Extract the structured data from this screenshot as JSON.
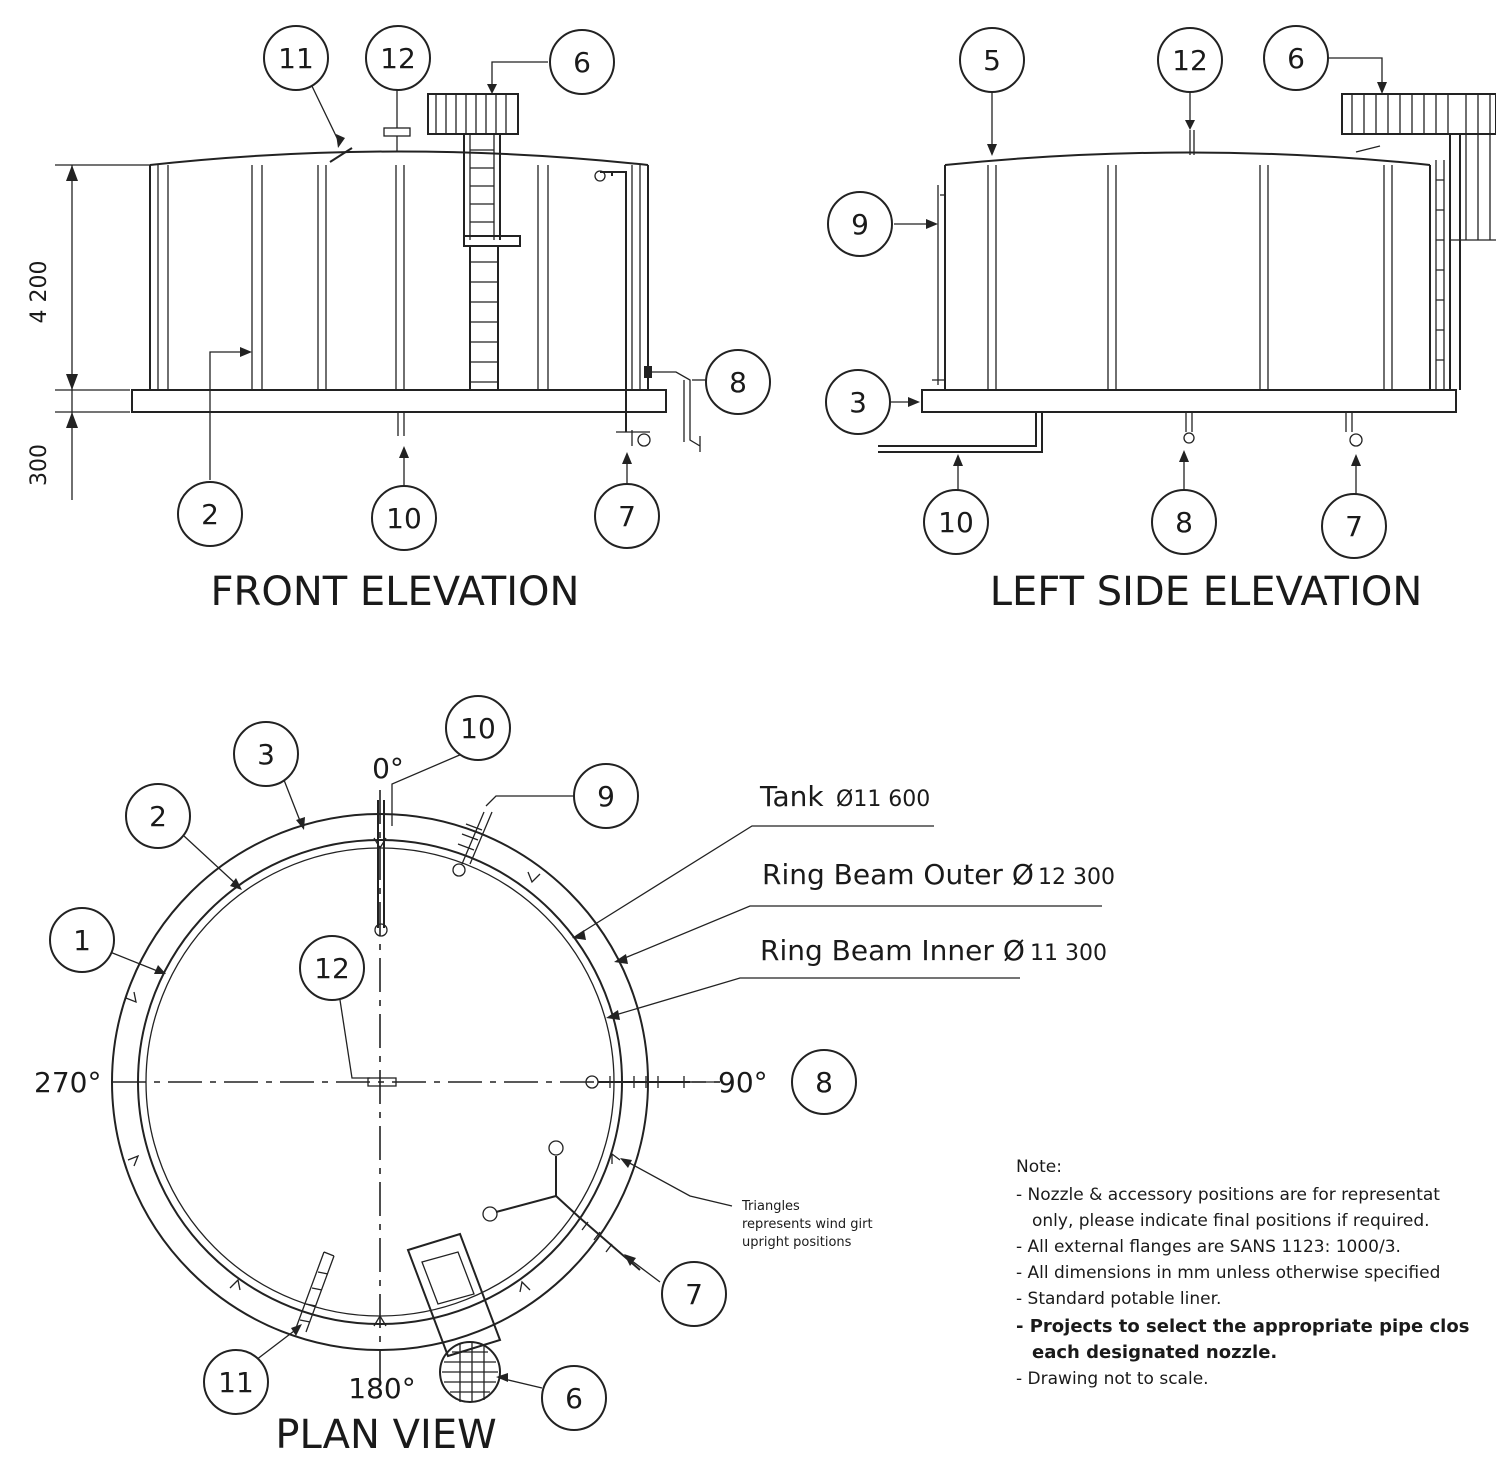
{
  "views": {
    "front": {
      "title": "FRONT ELEVATION"
    },
    "left": {
      "title": "LEFT SIDE ELEVATION"
    },
    "plan": {
      "title": "PLAN VIEW"
    }
  },
  "dimensions": {
    "height": "4 200",
    "base": "300"
  },
  "balloons": {
    "front": [
      "11",
      "12",
      "6",
      "8",
      "2",
      "10",
      "7"
    ],
    "left": [
      "5",
      "12",
      "6",
      "9",
      "3",
      "10",
      "8",
      "7"
    ],
    "plan": [
      "3",
      "10",
      "2",
      "9",
      "1",
      "12",
      "8",
      "7",
      "11",
      "6"
    ]
  },
  "angles": {
    "top": "0°",
    "left": "270°",
    "right": "90°",
    "bottom": "180°"
  },
  "callouts": {
    "tank": "Tank",
    "tank_dia": "Ø11 600",
    "outer_label": "Ring Beam Outer Ø",
    "outer_dia": "12 300",
    "inner_label": "Ring Beam Inner Ø",
    "inner_dia": "11 300",
    "triangles": [
      "Triangles",
      "represents wind girt",
      "upright positions"
    ]
  },
  "notes": {
    "heading": "Note:",
    "lines": [
      "- Nozzle & accessory positions are for representat",
      "only, please indicate final positions if required.",
      "- All external flanges are SANS 1123: 1000/3.",
      "- All dimensions in mm unless otherwise specified",
      "- Standard potable liner."
    ],
    "bold_lines": [
      "- Projects to select the appropriate pipe clos",
      "each designated nozzle."
    ],
    "last": "- Drawing not to scale."
  },
  "colors": {
    "line": "#222222",
    "background": "#ffffff"
  }
}
